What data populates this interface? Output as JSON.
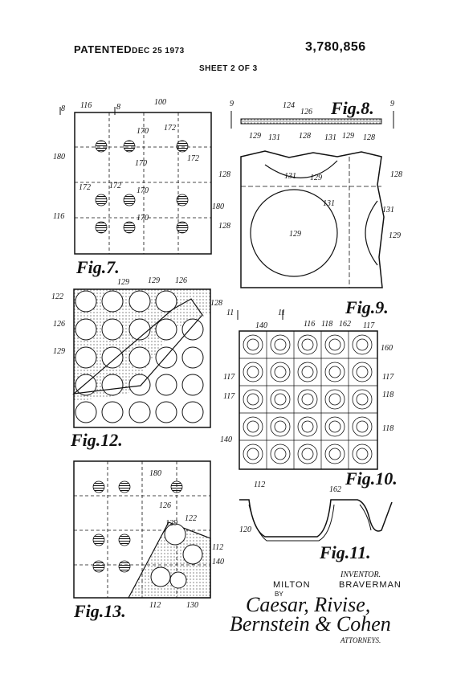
{
  "header": {
    "patented": "PATENTED",
    "date": "DEC 25 1973",
    "number": "3,780,856",
    "sheet": "SHEET 2 OF 3"
  },
  "figures": {
    "fig7": "Fig.7.",
    "fig8": "Fig.8.",
    "fig9": "Fig.9.",
    "fig10": "Fig.10.",
    "fig11": "Fig.11.",
    "fig12": "Fig.12.",
    "fig13": "Fig.13."
  },
  "refs": {
    "r100": "100",
    "r116": "116",
    "r170": "170",
    "r172": "172",
    "r180": "180",
    "r8": "8",
    "r9": "9",
    "r11": "11",
    "r124": "124",
    "r126": "126",
    "r128": "128",
    "r129": "129",
    "r131": "131",
    "r122": "122",
    "r140": "140",
    "r118": "118",
    "r162": "162",
    "r117": "117",
    "r160": "160",
    "r112": "112",
    "r120": "120",
    "r130": "130"
  },
  "inventor": {
    "first": "MILTON",
    "last": "BRAVERMAN",
    "caption": "INVENTOR.",
    "by": "BY",
    "attorneys_line1": "Caesar, Rivise,",
    "attorneys_line2": "Bernstein & Cohen",
    "attorneys_caption": "ATTORNEYS."
  }
}
